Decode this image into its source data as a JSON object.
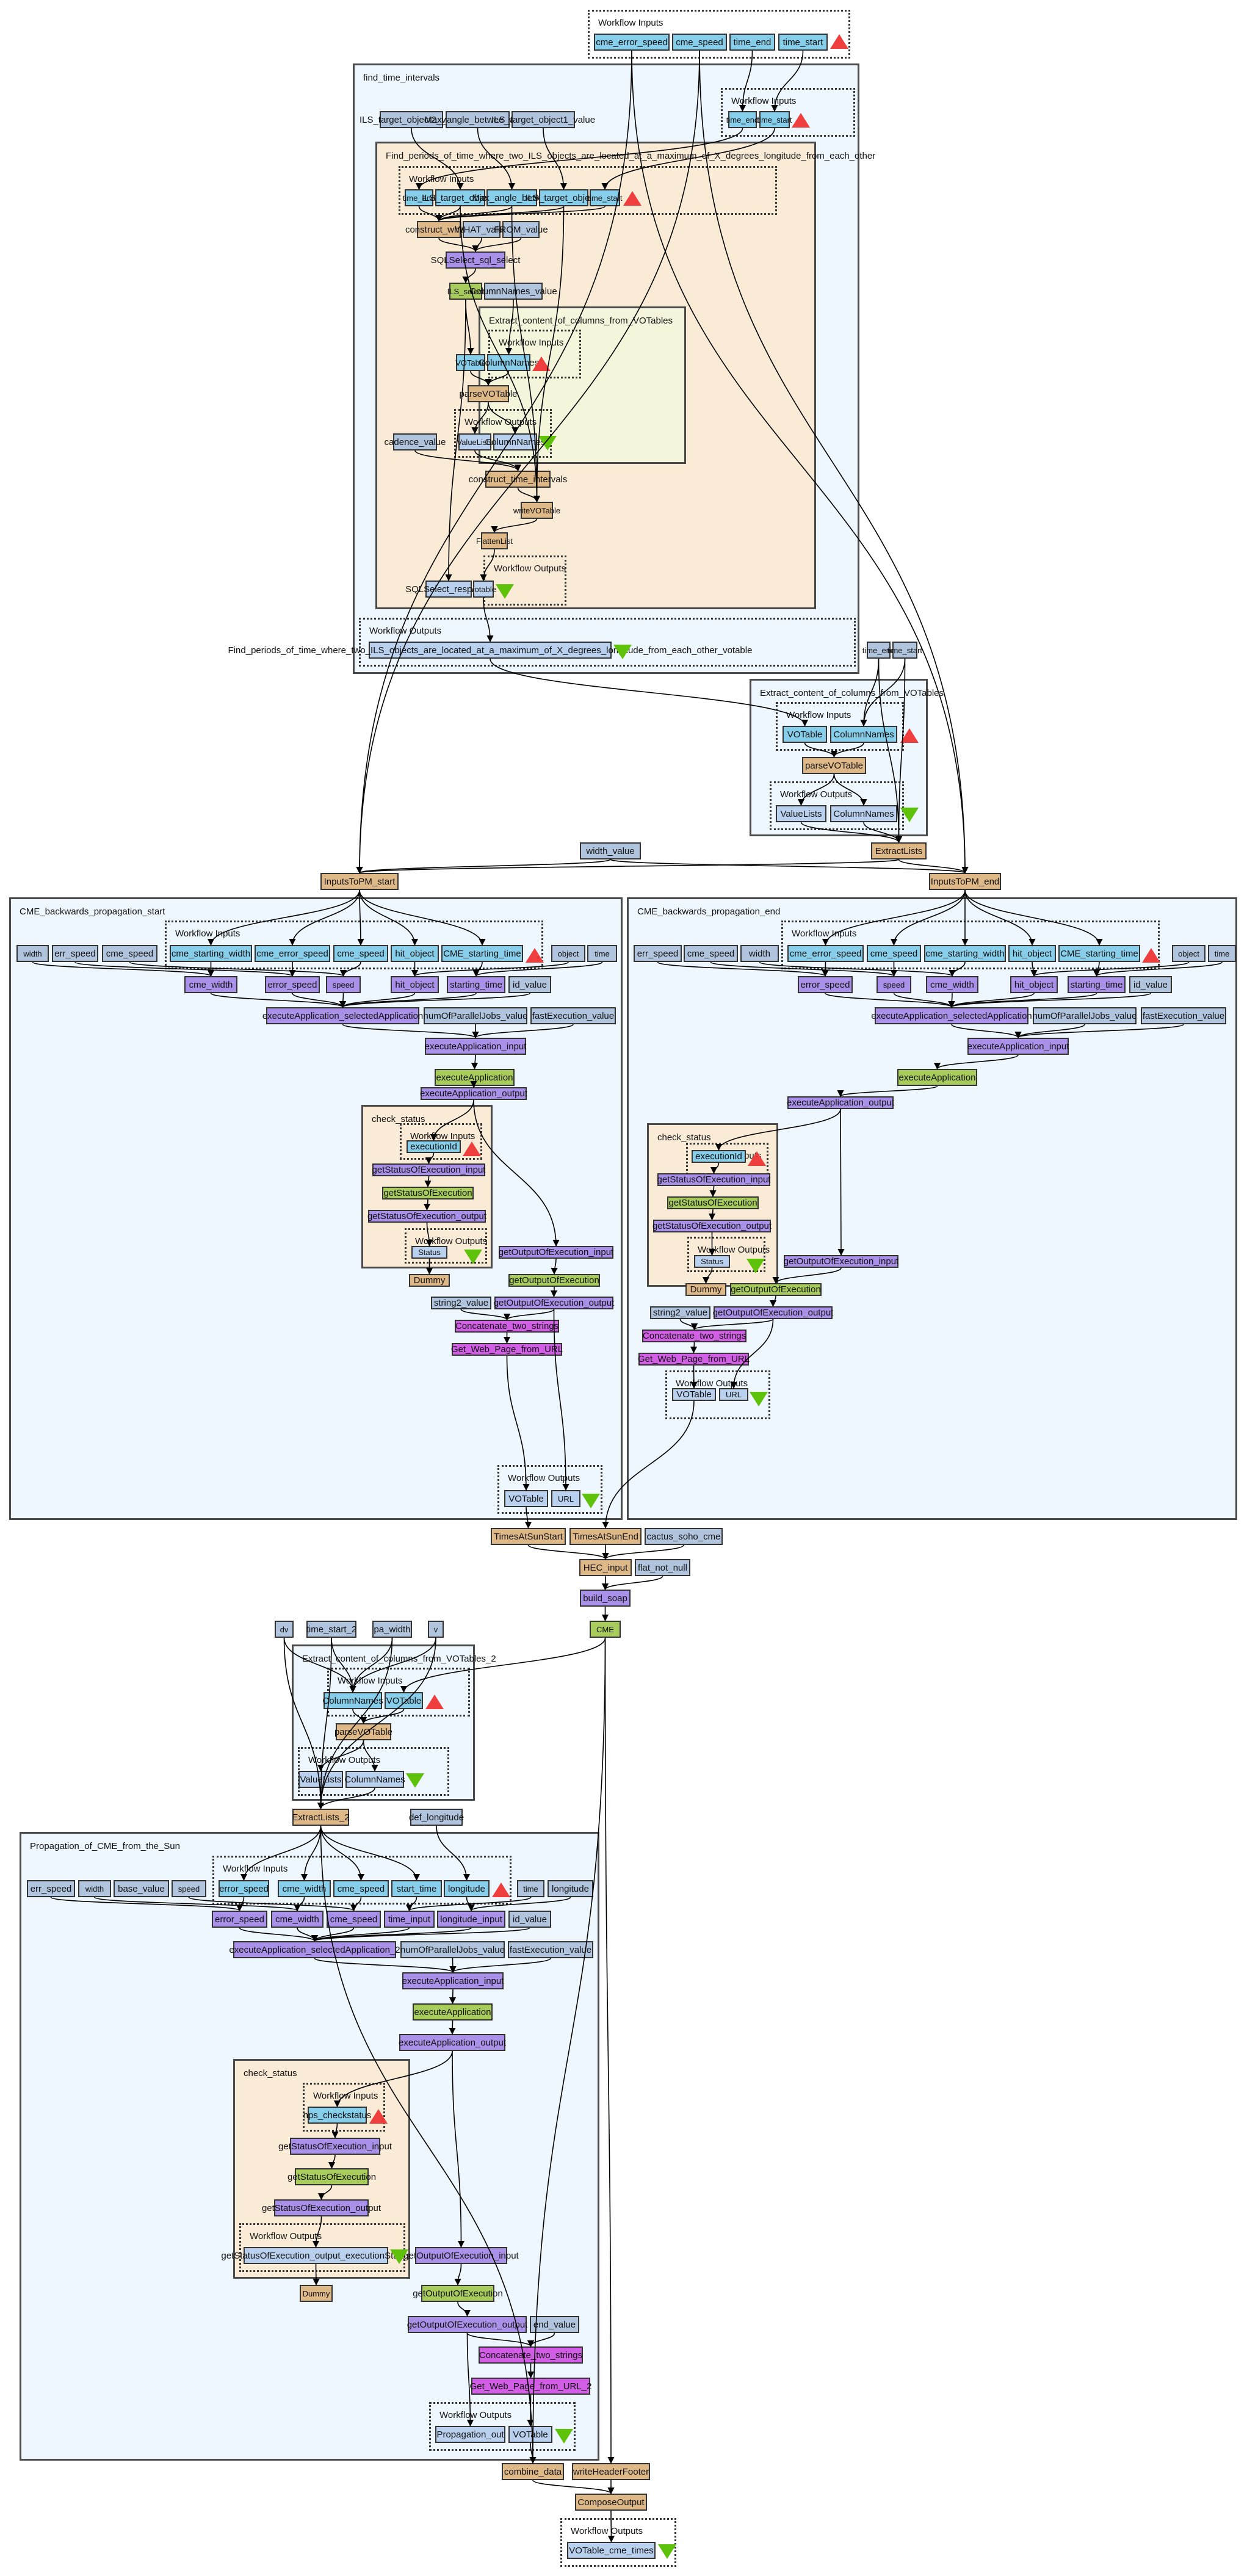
{
  "diagram": {
    "type": "taverna-workflow",
    "legend": {
      "colors": {
        "workflow_input": "#87ceeb",
        "workflow_output": "#b9d1ee",
        "constant_value": "#b0c4de",
        "beanshell": "#deb887",
        "wsdl_xml_splitter": "#a990e8",
        "wsdl_service": "#a8cc5b",
        "rest_service": "#d25ee6",
        "cluster_blue": "#eef6fe",
        "cluster_peach": "#faebd7",
        "cluster_cream": "#f5f5dc",
        "input_port_marker": "#ee3e3e",
        "output_port_marker": "#5ec20a"
      }
    },
    "labels": {
      "workflow_inputs": "Workflow Inputs",
      "workflow_outputs": "Workflow Outputs"
    },
    "clusters": {
      "find_time_intervals": "find_time_intervals",
      "find_periods": "Find_periods_of_time_where_two_ILS_objects_are_located_at_a_maximum_of_X_degrees_longitude_from_each_other",
      "extract_inner": "Extract_content_of_columns_from_VOTables",
      "extract_outer": "Extract_content_of_columns_from_VOTables",
      "cme_start": "CME_backwards_propagation_start",
      "cme_end": "CME_backwards_propagation_end",
      "check_status_1": "check_status",
      "check_status_2": "check_status",
      "extract_2": "Extract_content_of_columns_from_VOTables_2",
      "propagation": "Propagation_of_CME_from_the_Sun",
      "check_status_3": "check_status"
    },
    "nodes": {
      "top_in_cme_error_speed": "cme_error_speed",
      "top_in_cme_speed": "cme_speed",
      "top_in_time_end": "time_end",
      "top_in_time_start": "time_start",
      "fti_ILS_target_object2_value": "ILS_target_object2_value",
      "fti_Max_angle_betwee_value": "Max_angle_betwee_value",
      "fti_ILS_target_object1_value": "ILS_target_object1_value",
      "fti_in_time_end": "time_end",
      "fti_in_time_start": "time_start",
      "fp_in_time_end": "time_end",
      "fp_in_ILS_target_object2": "ILS_target_object2",
      "fp_in_Max_angle_betwee": "Max_angle_betwee",
      "fp_in_ILS_target_object1": "ILS_target_object1",
      "fp_in_time_start": "time_start",
      "fp_construct_where": "construct_where",
      "fp_WHAT_value": "WHAT_value",
      "fp_FROM_value": "FROM_value",
      "fp_SQLSelect_sql_select": "SQLSelect_sql_select",
      "fp_ILS_select": "ILS_select",
      "fp_ColumnNames_value": "ColumnNames_value",
      "ex1_in_VOTable": "VOTable",
      "ex1_in_ColumnNames": "ColumnNames",
      "ex1_parseVOTable": "parseVOTable",
      "ex1_out_ValueLists": "ValueLists",
      "ex1_out_ColumnNames": "ColumnNames",
      "fp_cadence_value": "cadence_value",
      "fp_construct_time_intervals": "construct_time_intervals",
      "fp_writeVOTable": "writeVOTable",
      "fp_FlattenList": "FlattenList",
      "fp_out_SQLSelect_response": "SQLSelect_response",
      "fp_out_votable": "votable",
      "fti_out_votable": "Find_periods_of_time_where_two_ILS_objects_are_located_at_a_maximum_of_X_degrees_longitude_from_each_other_votable",
      "time_end_value": "time_end",
      "time_start_value": "time_start",
      "ex2_in_VOTable": "VOTable",
      "ex2_in_ColumnNames": "ColumnNames",
      "ex2_parseVOTable": "parseVOTable",
      "ex2_out_ValueLists": "ValueLists",
      "ex2_out_ColumnNames": "ColumnNames",
      "ExtractLists": "ExtractLists",
      "width_value": "width_value",
      "InputsToPM_start": "InputsToPM_start",
      "InputsToPM_end": "InputsToPM_end",
      "s_width": "width",
      "s_err_speed": "err_speed",
      "s_cme_speed_c": "cme_speed",
      "s_in_cme_starting_width": "cme_starting_width",
      "s_in_cme_error_speed": "cme_error_speed",
      "s_in_cme_speed": "cme_speed",
      "s_in_hit_object": "hit_object",
      "s_in_CME_starting_time": "CME_starting_time",
      "s_object": "object",
      "s_time": "time",
      "s_cme_width": "cme_width",
      "s_error_speed": "error_speed",
      "s_speed": "speed",
      "s_hit_object": "hit_object",
      "s_starting_time": "starting_time",
      "s_id_value": "id_value",
      "s_exec_selected": "executeApplication_selectedApplication",
      "s_numOfParallelJobs_value": "numOfParallelJobs_value",
      "s_fastExecution_value": "fastExecution_value",
      "s_exec_input": "executeApplication_input",
      "s_exec": "executeApplication",
      "s_exec_output": "executeApplication_output",
      "s_cs_in_executionId": "executionId",
      "s_cs_getStatus_input": "getStatusOfExecution_input",
      "s_cs_getStatus": "getStatusOfExecution",
      "s_cs_getStatus_output": "getStatusOfExecution_output",
      "s_cs_out_Status": "Status",
      "s_Dummy": "Dummy",
      "s_getOutput_input": "getOutputOfExecution_input",
      "s_getOutput": "getOutputOfExecution",
      "s_string2_value": "string2_value",
      "s_getOutput_output": "getOutputOfExecution_output",
      "s_concat": "Concatenate_two_strings",
      "s_getweb": "Get_Web_Page_from_URL",
      "s_out_VOTable": "VOTable",
      "s_out_URL": "URL",
      "e_err_speed": "err_speed",
      "e_cme_speed_c": "cme_speed",
      "e_width": "width",
      "e_in_cme_error_speed": "cme_error_speed",
      "e_in_cme_speed": "cme_speed",
      "e_in_cme_starting_width": "cme_starting_width",
      "e_in_hit_object": "hit_object",
      "e_in_CME_starting_time": "CME_starting_time",
      "e_object": "object",
      "e_time": "time",
      "e_error_speed": "error_speed",
      "e_speed": "speed",
      "e_cme_width": "cme_width",
      "e_hit_object": "hit_object",
      "e_starting_time": "starting_time",
      "e_id_value": "id_value",
      "e_exec_selected": "executeApplication_selectedApplication",
      "e_numOfParallelJobs_value": "numOfParallelJobs_value",
      "e_fastExecution_value": "fastExecution_value",
      "e_exec_input": "executeApplication_input",
      "e_exec": "executeApplication",
      "e_exec_output": "executeApplication_output",
      "e_cs_in_executionId": "executionId",
      "e_cs_getStatus_input": "getStatusOfExecution_input",
      "e_cs_getStatus": "getStatusOfExecution",
      "e_cs_getStatus_output": "getStatusOfExecution_output",
      "e_cs_out_Status": "Status",
      "e_getOutput_input": "getOutputOfExecution_input",
      "e_Dummy": "Dummy",
      "e_getOutput": "getOutputOfExecution",
      "e_string2_value": "string2_value",
      "e_getOutput_output": "getOutputOfExecution_output",
      "e_concat": "Concatenate_two_strings",
      "e_getweb": "Get_Web_Page_from_URL",
      "e_out_VOTable": "VOTable",
      "e_out_URL": "URL",
      "TimesAtSunStart": "TimesAtSunStart",
      "TimesAtSunEnd": "TimesAtSunEnd",
      "cactus_soho_cme": "cactus_soho_cme",
      "HEC_input": "HEC_input",
      "flat_not_null": "flat_not_null",
      "build_soap": "build_soap",
      "CME": "CME",
      "dv": "dv",
      "time_start_2": "time_start_2",
      "pa_width": "pa_width",
      "v": "v",
      "ex3_in_ColumnNames": "ColumnNames",
      "ex3_in_VOTable": "VOTable",
      "ex3_parseVOTable": "parseVOTable",
      "ex3_out_ValueLists": "ValueLists",
      "ex3_out_ColumnNames": "ColumnNames",
      "ExtractLists_2": "ExtractLists_2",
      "def_longitude": "def_longitude",
      "p_err_speed": "err_speed",
      "p_width": "width",
      "p_base_value": "base_value",
      "p_speed_c": "speed",
      "p_in_error_speed": "error_speed",
      "p_in_cme_width": "cme_width",
      "p_in_cme_speed": "cme_speed",
      "p_in_start_time": "start_time",
      "p_in_longitude": "longitude",
      "p_time": "time",
      "p_longitude": "longitude",
      "p_error_speed": "error_speed",
      "p_cme_width": "cme_width",
      "p_cme_speed": "cme_speed",
      "p_time_input": "time_input",
      "p_longitude_input": "longitude_input",
      "p_id_value": "id_value",
      "p_exec_selected": "executeApplication_selectedApplication_2",
      "p_numOfParallelJobs_value": "numOfParallelJobs_value",
      "p_fastExecution_value": "fastExecution_value",
      "p_exec_input": "executeApplication_input",
      "p_exec": "executeApplication",
      "p_exec_output": "executeApplication_output",
      "p_cs_in_hps_checkstatus": "hps_checkstatus",
      "p_cs_getStatus_input": "getStatusOfExecution_input",
      "p_cs_getStatus": "getStatusOfExecution",
      "p_cs_getStatus_output": "getStatusOfExecution_output",
      "p_cs_out_status": "getStatusOfExecution_output_executionStatus",
      "p_Dummy": "Dummy",
      "p_getOutput_input": "getOutputOfExecution_input",
      "p_getOutput": "getOutputOfExecution",
      "p_getOutput_output": "getOutputOfExecution_output",
      "p_end_value": "end_value",
      "p_concat": "Concatenate_two_strings",
      "p_getweb": "Get_Web_Page_from_URL_2",
      "p_out_Propagation_out": "Propagation_out",
      "p_out_VOTable": "VOTable",
      "combine_data": "combine_data",
      "writeHeaderFooter": "writeHeaderFooter",
      "ComposeOutput": "ComposeOutput",
      "final_out_VOTable_cme_times": "VOTable_cme_times"
    }
  }
}
